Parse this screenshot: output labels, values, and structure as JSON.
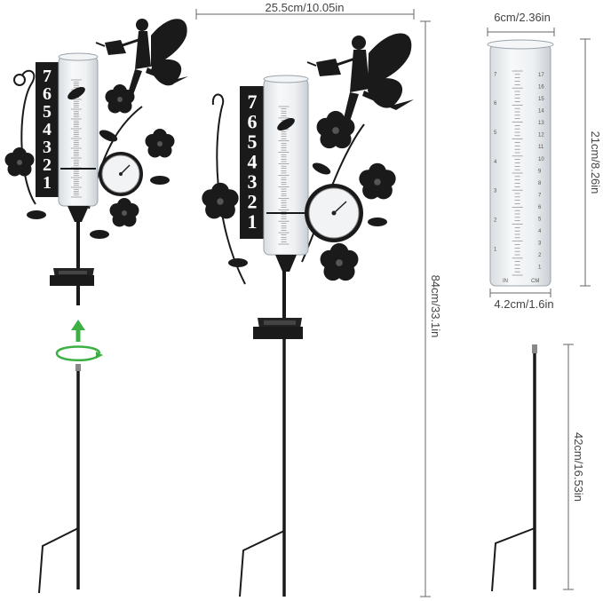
{
  "dimensions": {
    "width_label": "25.5cm/10.05in",
    "height_label": "84cm/33.1in",
    "tube_top_label": "6cm/2.36in",
    "tube_height_label": "21cm/8.26in",
    "tube_bottom_label": "4.2cm/1.6in",
    "stake_length_label": "42cm/16.53in"
  },
  "gauge_numbers": [
    "7",
    "6",
    "5",
    "4",
    "3",
    "2",
    "1"
  ],
  "tube_scale": {
    "inch_labels": [
      "7",
      "6",
      "5",
      "4",
      "3",
      "2",
      "1"
    ],
    "cm_labels": [
      "17",
      "16",
      "15",
      "14",
      "13",
      "12",
      "11",
      "10",
      "9",
      "8",
      "7",
      "6",
      "5",
      "4",
      "3",
      "2",
      "1"
    ],
    "inch_unit": "IN",
    "cm_unit": "CM"
  },
  "colors": {
    "metal": "#1a1a1a",
    "assembly_arrow": "#3cb043",
    "dimension_line": "#666666"
  },
  "icons": {
    "assembly": "twist-arrow-icon"
  }
}
